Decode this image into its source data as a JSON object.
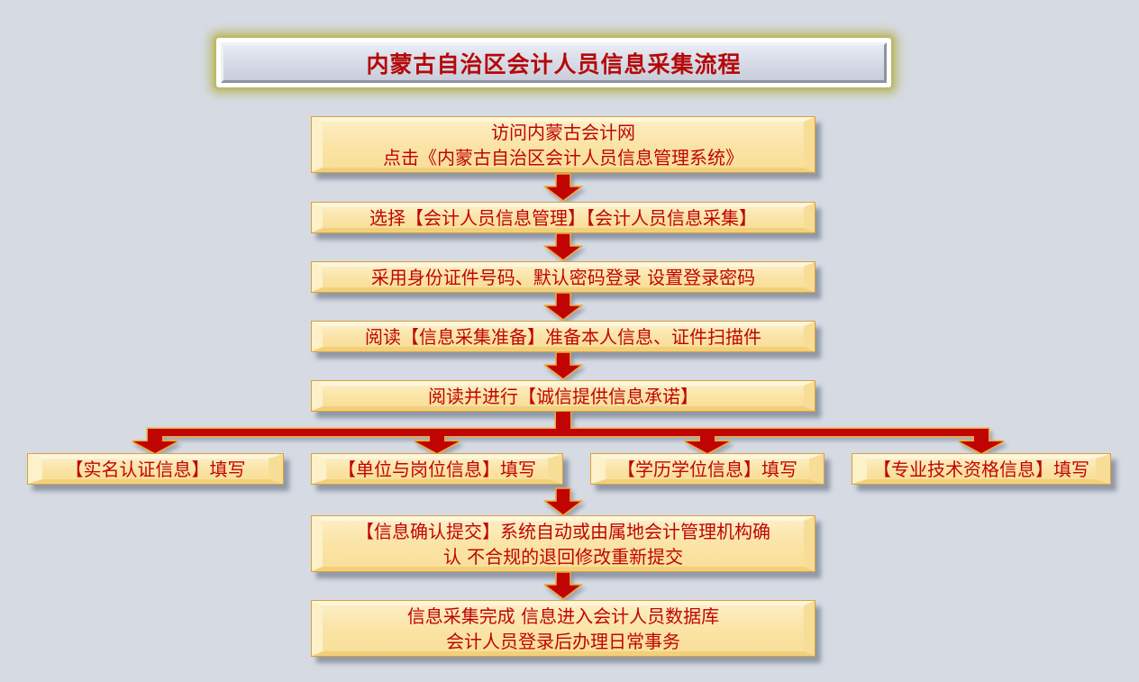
{
  "title": {
    "text": "内蒙古自治区会计人员信息采集流程"
  },
  "colors": {
    "background": "#d6dbe3",
    "box_fill": "#fae3a6",
    "box_border": "#d9a13c",
    "text_red": "#c00505",
    "arrow_red": "#c00404",
    "arrow_outline": "#eda93c",
    "title_glow": "#b3b04e",
    "title_fill": "#d2d6e2"
  },
  "flow": {
    "steps": [
      {
        "lines": [
          "访问内蒙古会计网",
          "点击《内蒙古自治区会计人员信息管理系统》"
        ]
      },
      {
        "lines": [
          "选择【会计人员信息管理】【会计人员信息采集】"
        ]
      },
      {
        "lines": [
          "采用身份证件号码、默认密码登录 设置登录密码"
        ]
      },
      {
        "lines": [
          "阅读【信息采集准备】准备本人信息、证件扫描件"
        ]
      },
      {
        "lines": [
          "阅读并进行【诚信提供信息承诺】"
        ]
      }
    ],
    "branches": [
      {
        "label": "【实名认证信息】填写"
      },
      {
        "label": "【单位与岗位信息】填写"
      },
      {
        "label": "【学历学位信息】填写"
      },
      {
        "label": "【专业技术资格信息】填写"
      }
    ],
    "final_steps": [
      {
        "lines": [
          "【信息确认提交】系统自动或由属地会计管理机构确",
          "认 不合规的退回修改重新提交"
        ]
      },
      {
        "lines": [
          "信息采集完成 信息进入会计人员数据库",
          "会计人员登录后办理日常事务"
        ]
      }
    ]
  }
}
